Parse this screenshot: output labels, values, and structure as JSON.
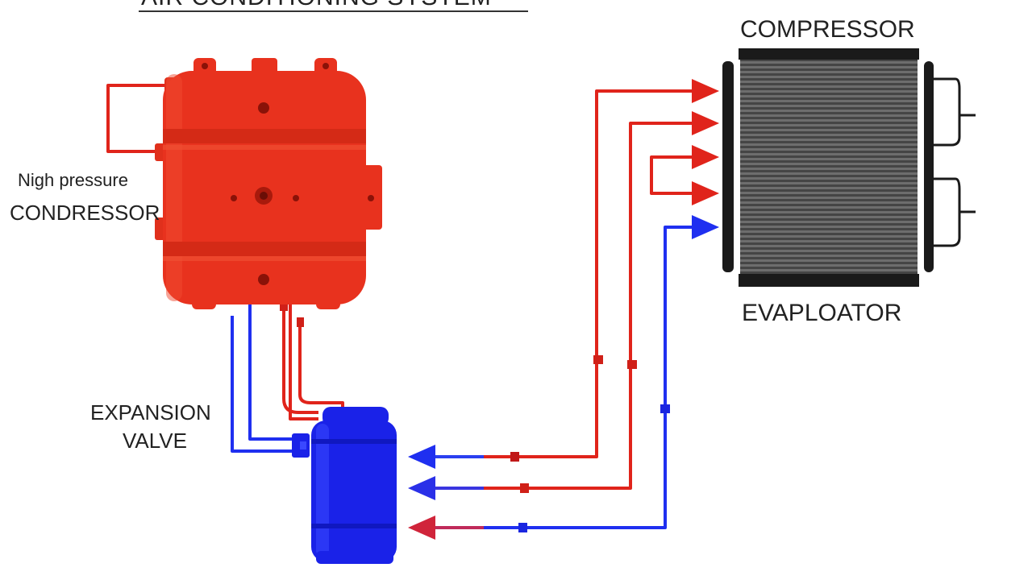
{
  "title": "AIR CONDITIONING SYSTEM",
  "labels": {
    "compressor": "COMPRESSOR",
    "evaporator": "EVAPLOATOR",
    "condenser_line1": "Nigh pressure",
    "condenser_line2": "CONDRESSOR",
    "expansion_line1": "EXPANSION",
    "expansion_line2": "VALVE"
  },
  "colors": {
    "hot_line": "#e0241b",
    "cold_line": "#1f2ff0",
    "condenser_body": "#e8321e",
    "valve_body": "#1a22e8",
    "coil_dark": "#2a2a2a",
    "coil_light": "#7a7a7a"
  },
  "icons": [
    "condenser-unit-icon",
    "expansion-valve-icon",
    "evaporator-coil-icon",
    "arrow-icon"
  ]
}
